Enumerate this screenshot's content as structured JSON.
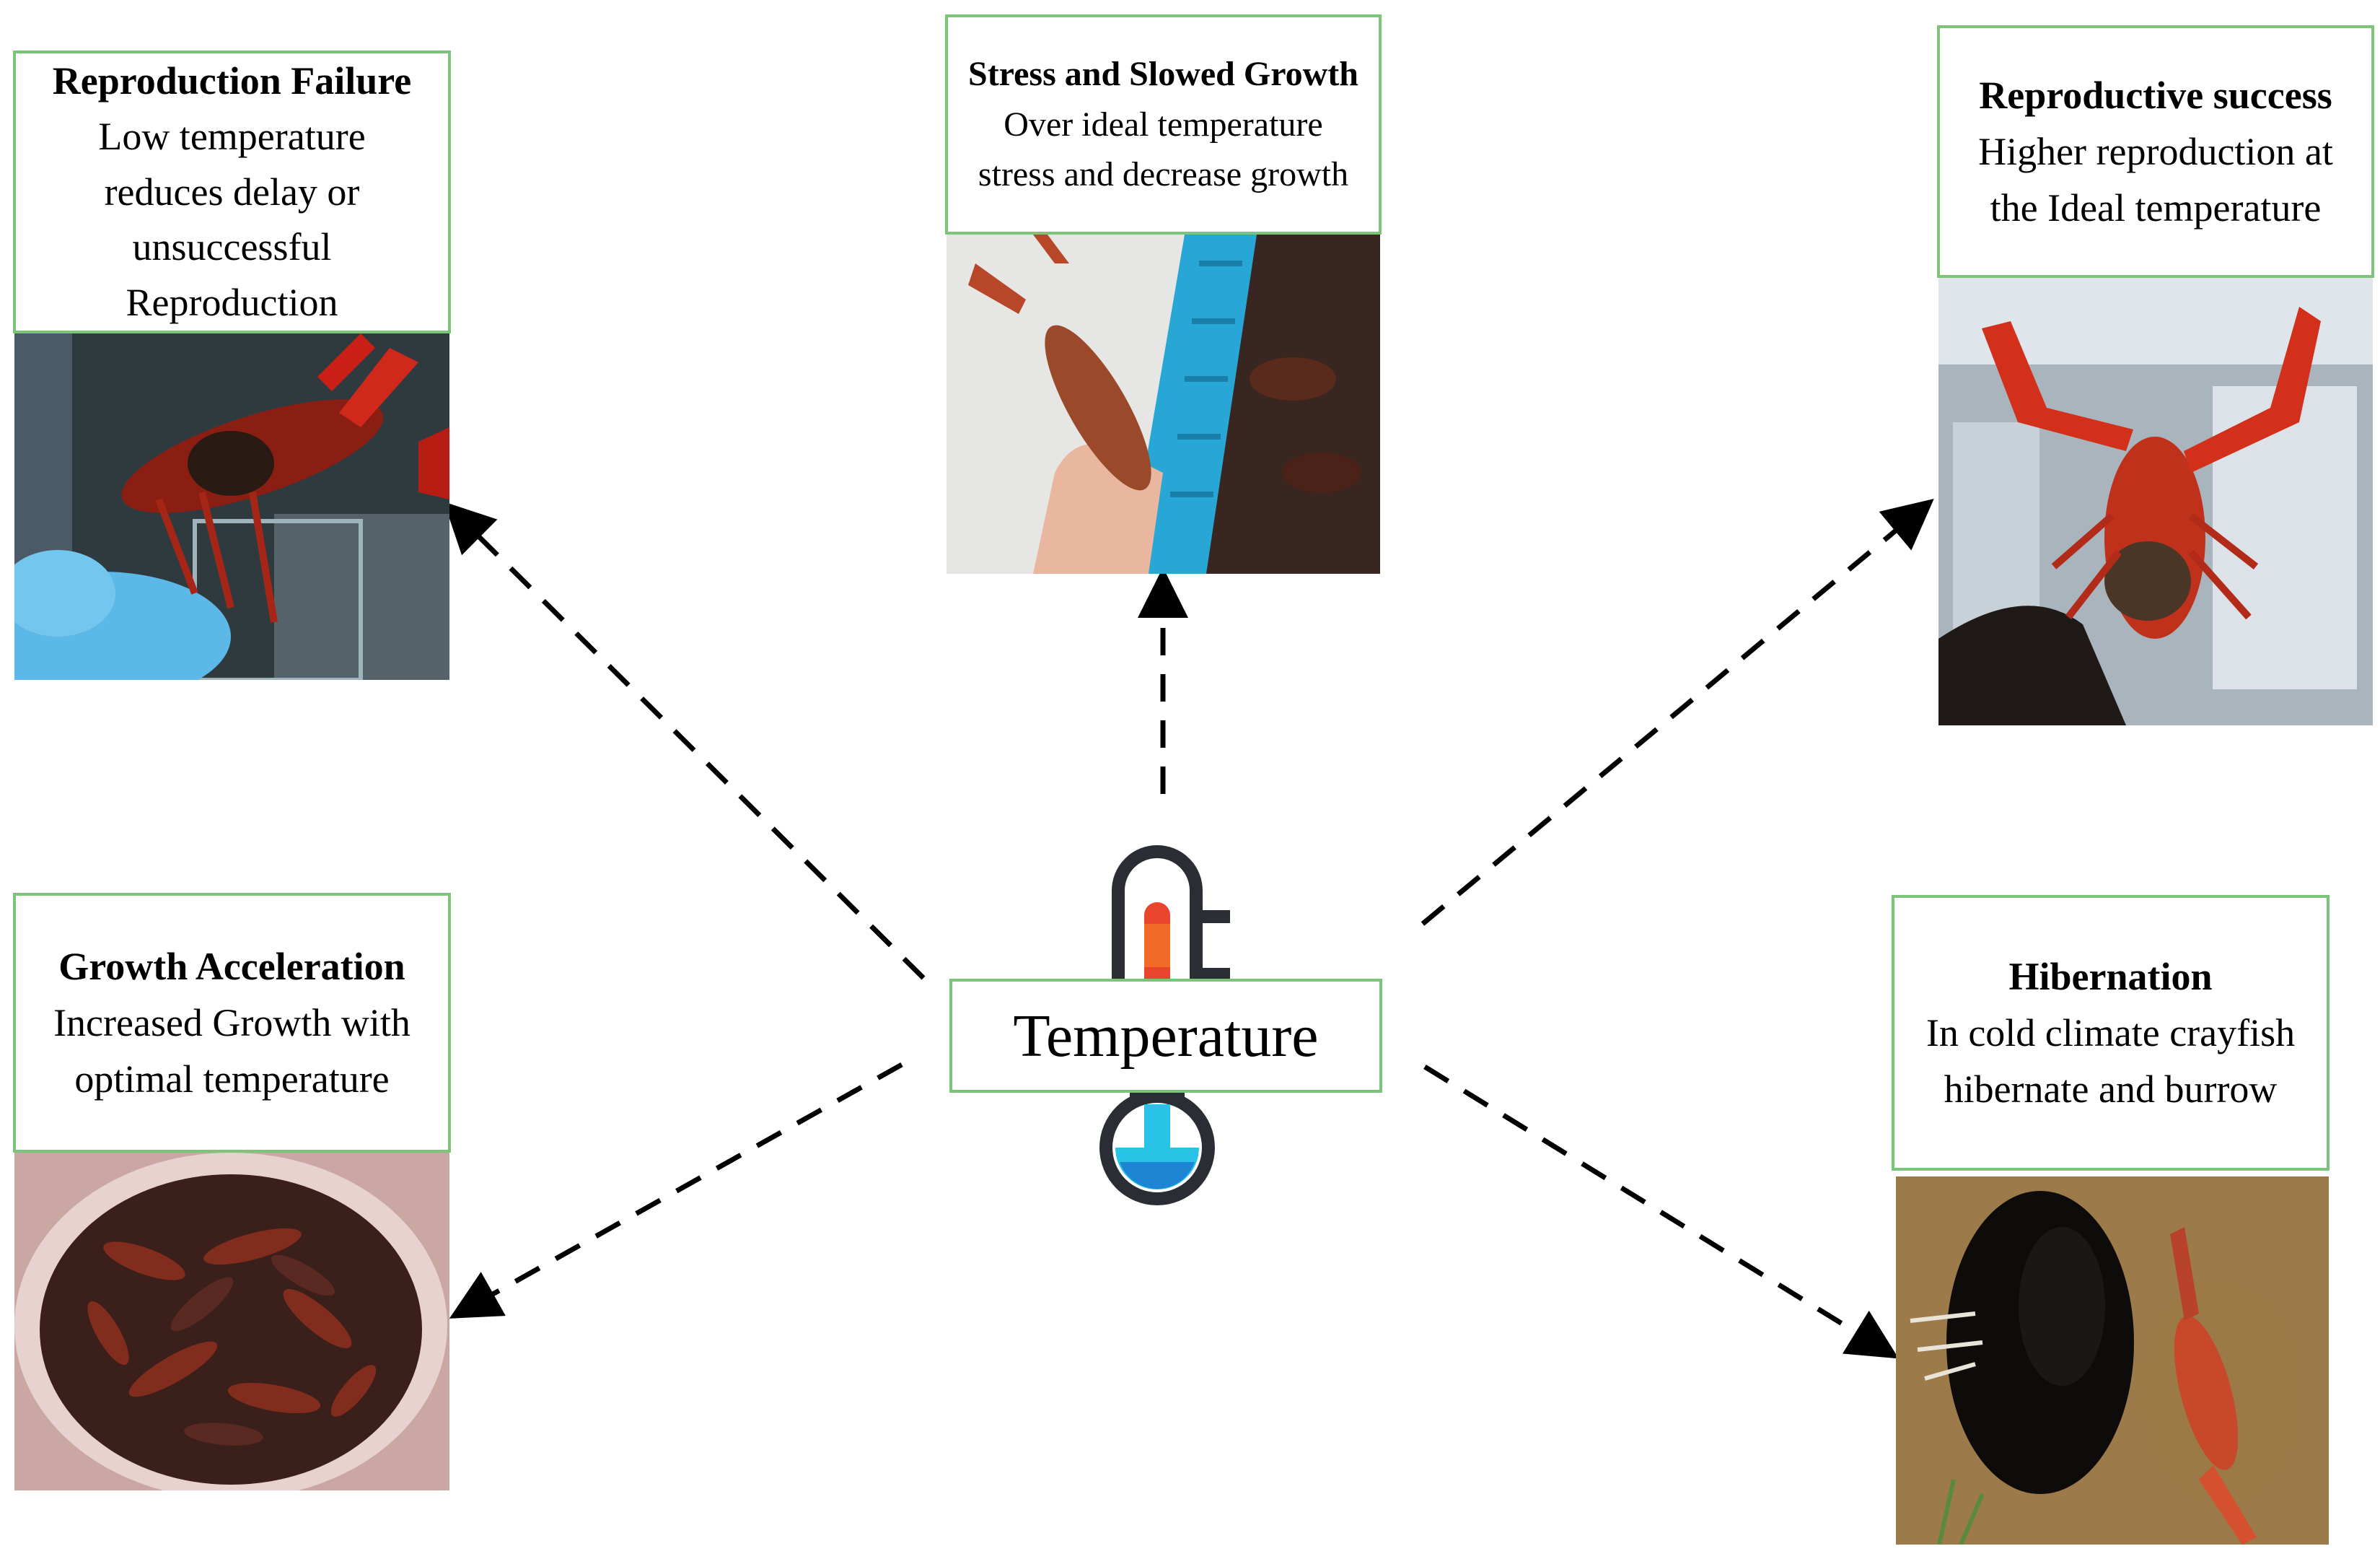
{
  "center": {
    "label": "Temperature",
    "icon": "thermometer-icon"
  },
  "effects": {
    "reproduction_failure": {
      "title": "Reproduction Failure",
      "lines": [
        "Low temperature",
        "reduces delay or",
        "unsuccessful",
        "Reproduction"
      ]
    },
    "stress_growth": {
      "title": "Stress and Slowed Growth",
      "lines": [
        "Over ideal temperature",
        "stress and decrease growth"
      ]
    },
    "reproductive_success": {
      "title": "Reproductive success",
      "lines": [
        "Higher reproduction at",
        "the Ideal temperature"
      ]
    },
    "growth_acceleration": {
      "title": "Growth Acceleration",
      "lines": [
        "Increased Growth with",
        "optimal temperature"
      ]
    },
    "hibernation": {
      "title": "Hibernation",
      "lines": [
        "In cold climate crayfish",
        "hibernate and burrow"
      ]
    }
  },
  "colors": {
    "box_border": "#7cc47a",
    "arrow": "#000000",
    "thermo_hot": "#e8452c",
    "thermo_cold": "#29c3e8"
  }
}
